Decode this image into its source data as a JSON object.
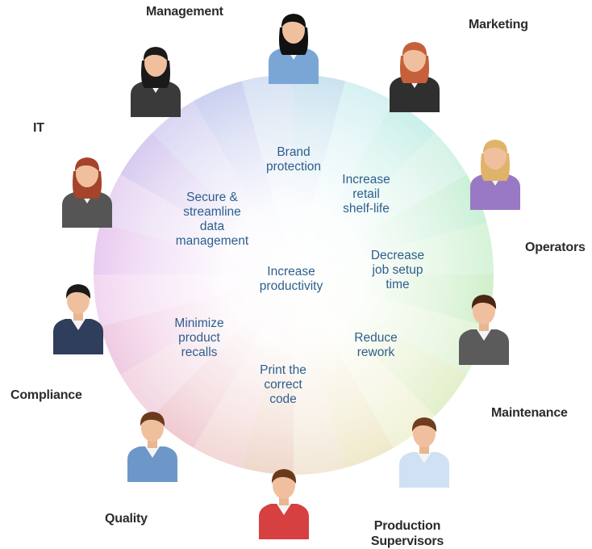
{
  "roles": [
    {
      "label": "Management",
      "shirt": "#3a3a3a",
      "hair": "#1a1a1a",
      "gender": "f"
    },
    {
      "label": "",
      "shirt": "#7aa6d6",
      "hair": "#111111",
      "gender": "f"
    },
    {
      "label": "Marketing",
      "shirt": "#2f2f2f",
      "hair": "#c6603a",
      "gender": "f"
    },
    {
      "label": "",
      "shirt": "#9a79c4",
      "hair": "#e0b36a",
      "gender": "f"
    },
    {
      "label": "Operators",
      "shirt": "#5b5b5b",
      "hair": "#4a2614",
      "gender": "m"
    },
    {
      "label": "Maintenance",
      "shirt": "#cfe1f3",
      "hair": "#6e3c1e",
      "gender": "m"
    },
    {
      "label": "Production Supervisors",
      "shirt": "#d64040",
      "hair": "#6a3a1c",
      "gender": "m"
    },
    {
      "label": "Quality",
      "shirt": "#6d97c9",
      "hair": "#6a3a1c",
      "gender": "m"
    },
    {
      "label": "Compliance",
      "shirt": "#2e3e5c",
      "hair": "#1a1a1a",
      "gender": "m"
    },
    {
      "label": "IT",
      "shirt": "#555555",
      "hair": "#a4442a",
      "gender": "f"
    }
  ],
  "benefits": {
    "brand": "Brand\nprotection",
    "retail": "Increase\nretail\nshelf-life",
    "secure": "Secure &\nstreamline\ndata\nmanagement",
    "productivity": "Increase\nproductivity",
    "setup": "Decrease\njob setup\ntime",
    "recalls": "Minimize\nproduct\nrecalls",
    "rework": "Reduce\nrework",
    "code": "Print the\ncorrect\ncode"
  }
}
